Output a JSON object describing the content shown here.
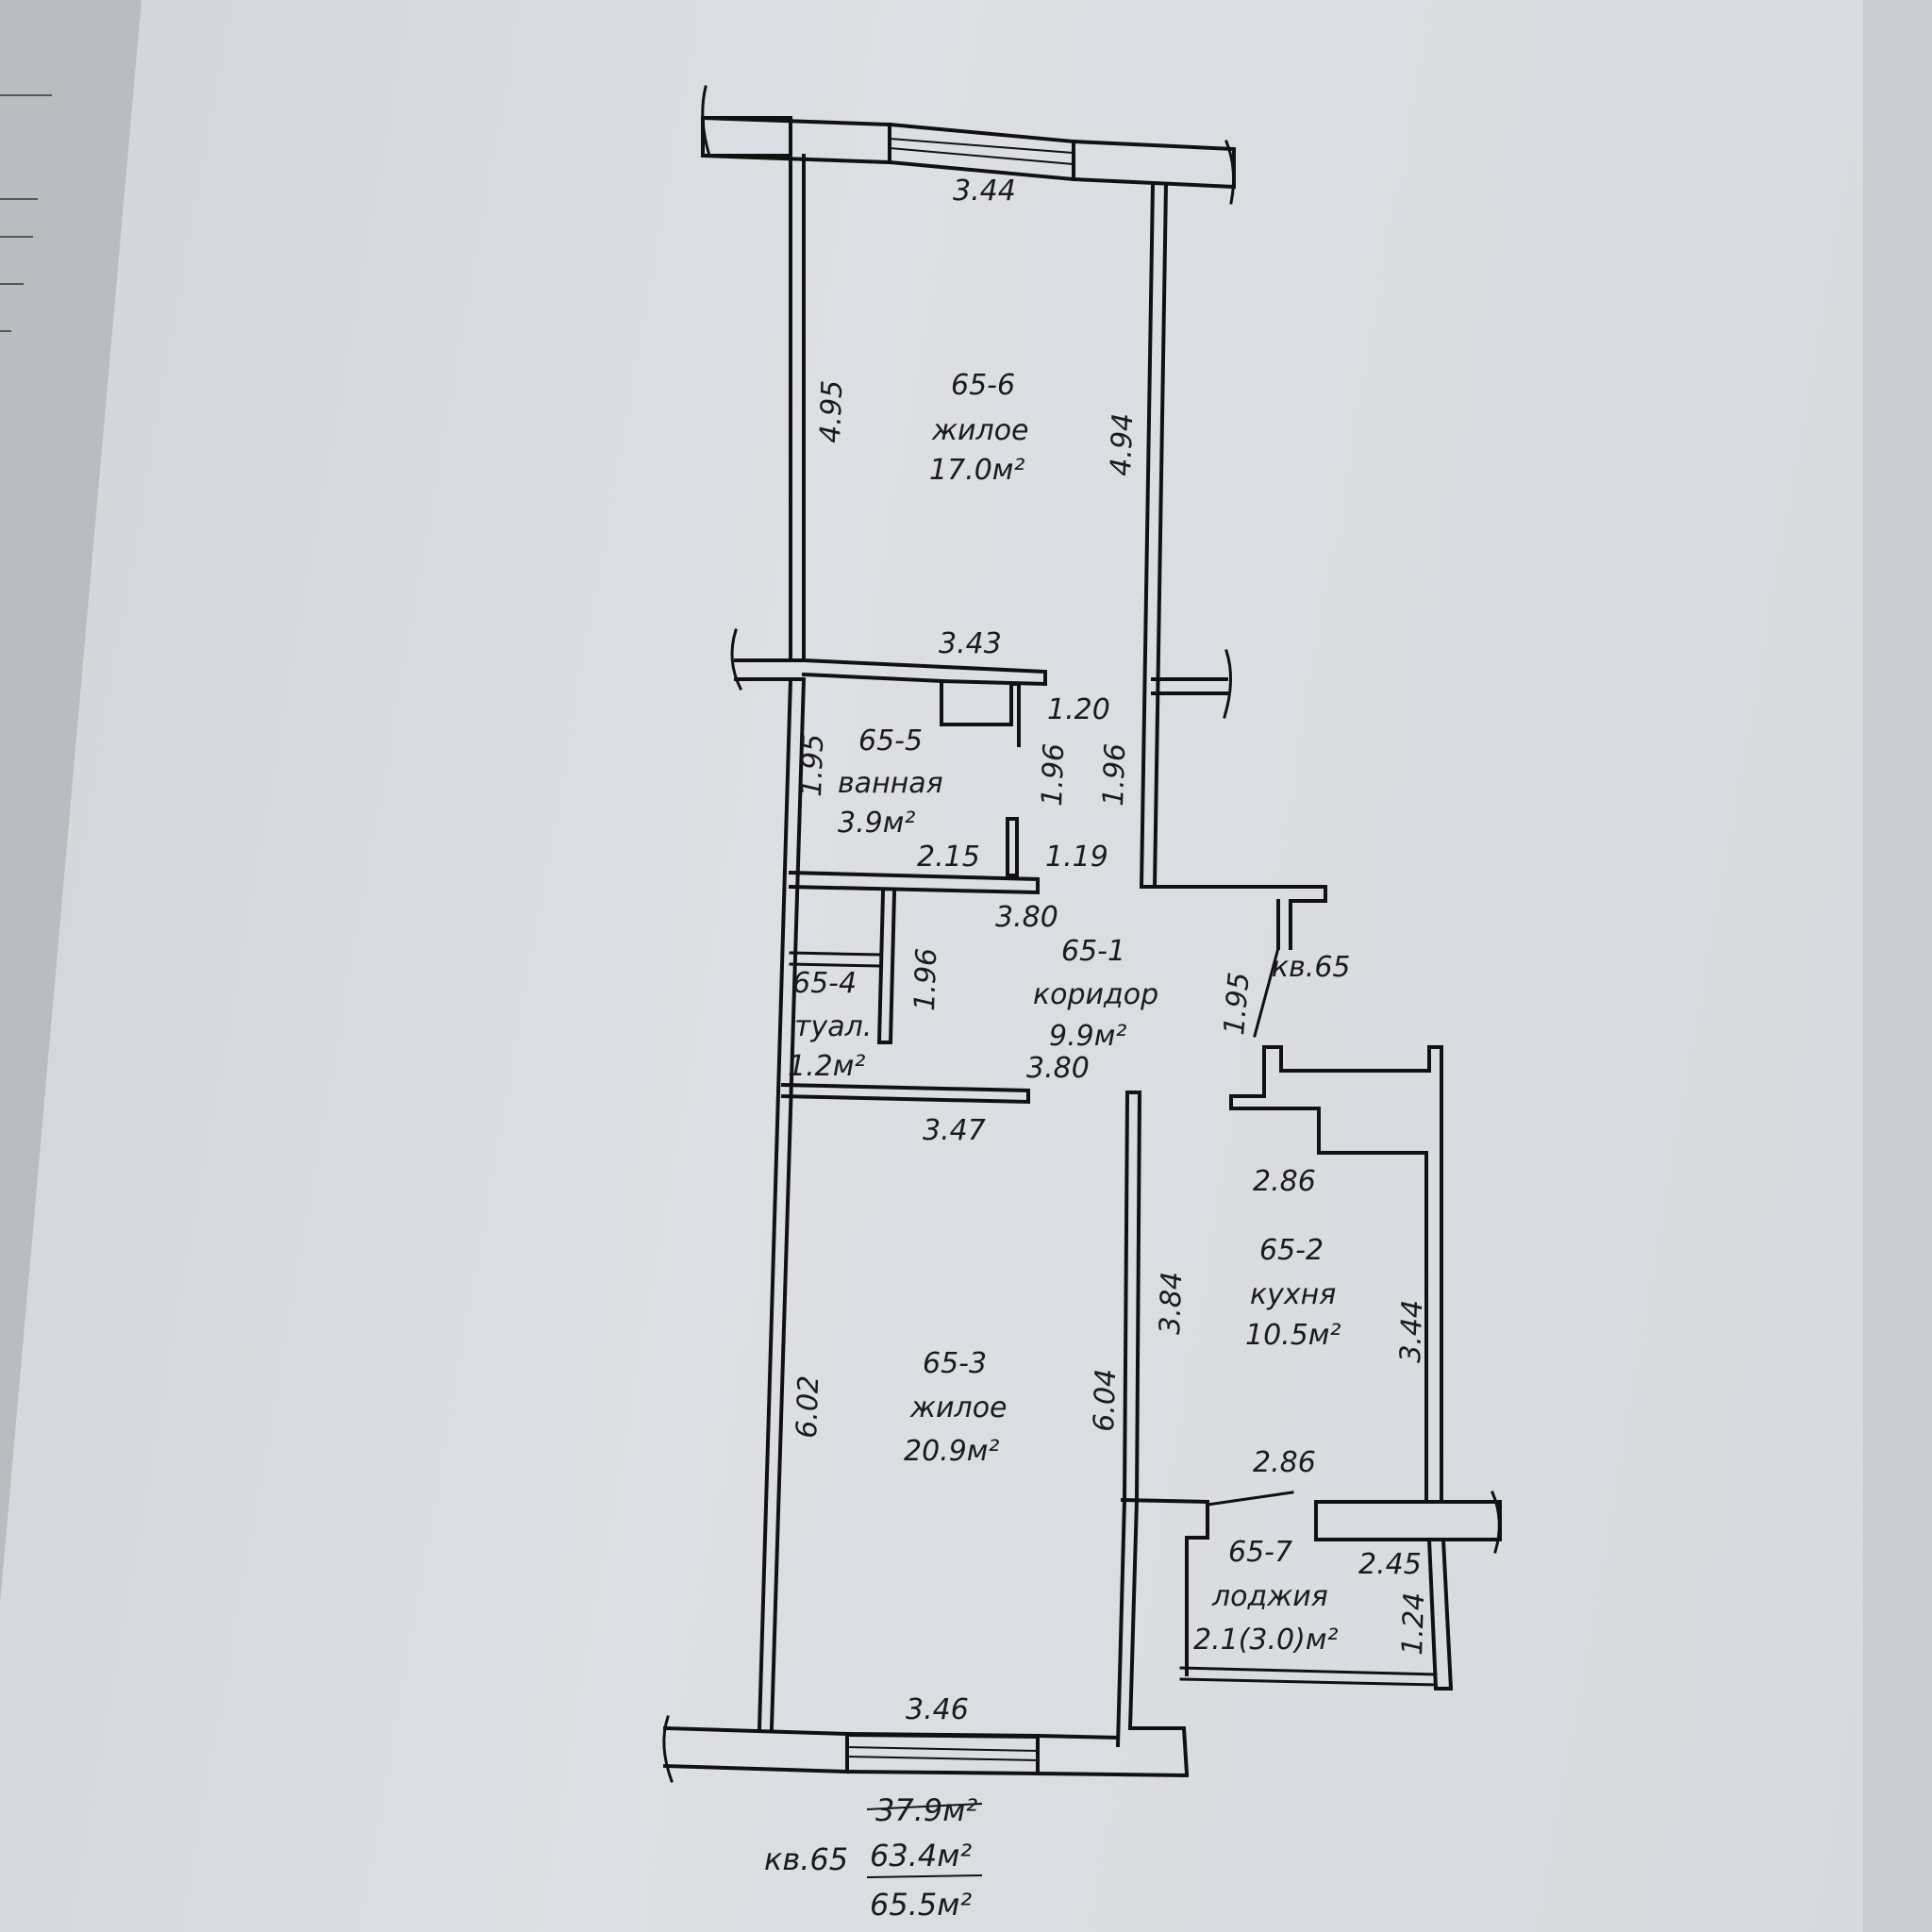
{
  "plan": {
    "apartment_label": "кв.65",
    "totals": {
      "living": "37.9м²",
      "usable": "63.4м²",
      "total": "65.5м²"
    },
    "footer_label": "кв.65",
    "rooms": {
      "r6": {
        "id": "65-6",
        "name": "жилое",
        "area": "17.0м²"
      },
      "r5": {
        "id": "65-5",
        "name": "ванная",
        "area": "3.9м²"
      },
      "r4": {
        "id": "65-4",
        "name": "туал.",
        "area": "1.2м²"
      },
      "r1": {
        "id": "65-1",
        "name": "коридор",
        "area": "9.9м²"
      },
      "r2": {
        "id": "65-2",
        "name": "кухня",
        "area": "10.5м²"
      },
      "r3": {
        "id": "65-3",
        "name": "жилое",
        "area": "20.9м²"
      },
      "r7": {
        "id": "65-7",
        "name": "лоджия",
        "area": "2.1(3.0)м²"
      }
    },
    "dims": {
      "top_width": "3.44",
      "r6_left": "4.95",
      "r6_right": "4.94",
      "r6_bottom": "3.43",
      "bath_step": "1.20",
      "bath_left": "1.95",
      "bath_right": "1.96",
      "corr_upper_right": "1.96",
      "bath_bottom": "2.15",
      "bath_door": "1.19",
      "corr_top": "3.80",
      "toilet_height": "1.96",
      "entry_door": "1.95",
      "corr_bottom": "3.80",
      "r3_top": "3.47",
      "kitchen_top": "2.86",
      "kitchen_left": "3.84",
      "kitchen_right": "3.44",
      "kitchen_bottom": "2.86",
      "r3_left": "6.02",
      "r3_right": "6.04",
      "loggia_width": "2.45",
      "loggia_depth": "1.24",
      "bottom_width": "3.46"
    }
  }
}
